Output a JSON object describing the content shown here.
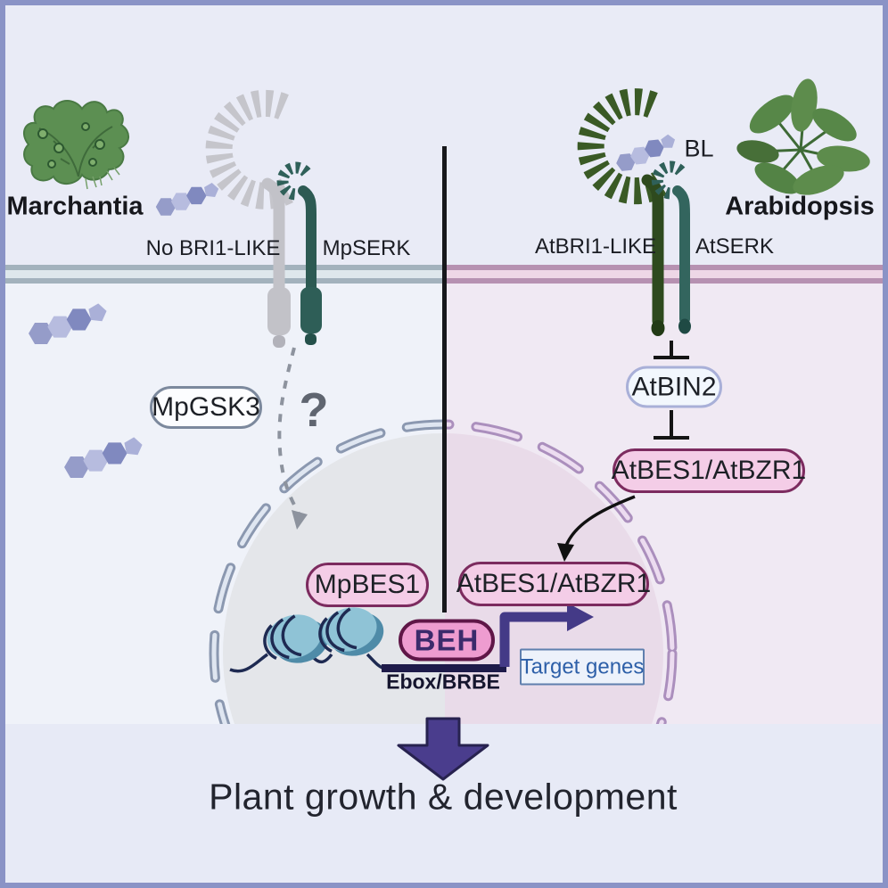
{
  "left": {
    "organism": "Marchantia",
    "no_receptor_label": "No BRI1-LIKE",
    "coreceptor_label": "MpSERK",
    "kinase_label": "MpGSK3",
    "unknown_mark": "?",
    "nuclear_tf_label": "MpBES1"
  },
  "right": {
    "organism": "Arabidopsis",
    "ligand_label": "BL",
    "receptor_label": "AtBRI1-LIKE",
    "coreceptor_label": "AtSERK",
    "kinase_label": "AtBIN2",
    "tf_label": "AtBES1/AtBZR1",
    "nuclear_tf_label": "AtBES1/AtBZR1"
  },
  "nucleus": {
    "beh_label": "BEH",
    "promoter_label": "Ebox/BRBE",
    "target_genes_label": "Target genes"
  },
  "outcome": {
    "text": "Plant growth & development"
  },
  "colors": {
    "frame": "#8A93C6",
    "background": "#E9EBF6",
    "left_cytoplasm": "#EFF2F9",
    "right_cytoplasm": "#F0E9F3",
    "membrane_left": "#A3B2BD",
    "membrane_right": "#B691B1",
    "pink_pill_fill": "#F4CDE7",
    "pink_pill_border": "#7C2B5F",
    "beh_fill": "#EE9CD0",
    "indigo_arrow": "#453A86",
    "dna_navy": "#1E1B4A",
    "receptor_green": "#3A5A25",
    "coreceptor_teal": "#2E5F58",
    "receptor_gray": "#C5C5CB",
    "ligand_purple": "#9AA2D0",
    "nucleosome_teal": "#8FC3D6"
  }
}
